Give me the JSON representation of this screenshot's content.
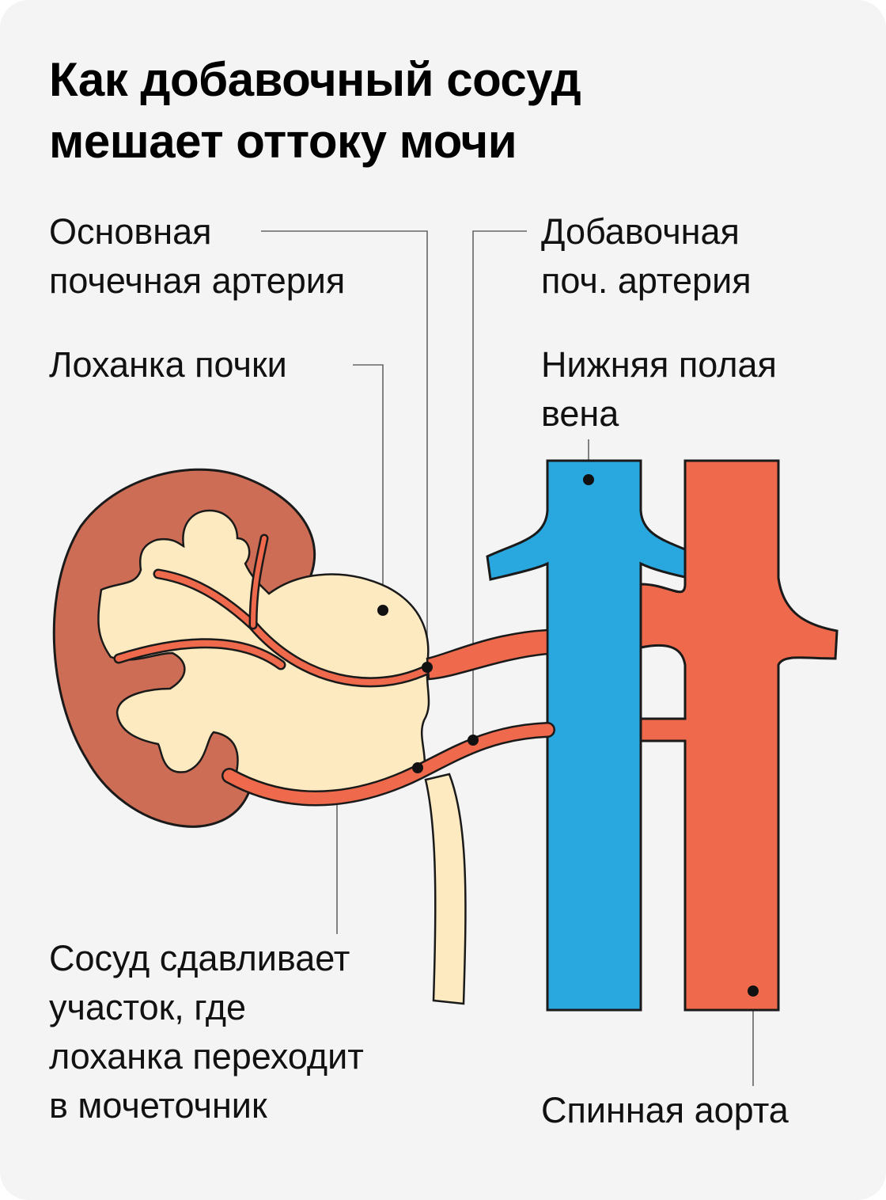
{
  "title": {
    "line1": "Как добавочный сосуд",
    "line2": "мешает оттоку мочи"
  },
  "labels": {
    "main_artery": [
      "Основная",
      "почечная артерия"
    ],
    "accessory_artery": [
      "Добавочная",
      "поч. артерия"
    ],
    "renal_pelvis": [
      "Лоханка почки"
    ],
    "vena_cava": [
      "Нижняя полая",
      "вена"
    ],
    "compression": [
      "Сосуд сдавливает",
      "участок, где",
      "лоханка переходит",
      "в мочеточник"
    ],
    "aorta": [
      "Спинная аорта"
    ]
  },
  "colors": {
    "background": "#f4f4f4",
    "kidney_cortex": "#cd6d55",
    "kidney_pelvis": "#fdeac0",
    "artery": "#ef6a4c",
    "vena_cava": "#29a8e0",
    "outline": "#1a1a1a",
    "leader_line": "#666666"
  }
}
